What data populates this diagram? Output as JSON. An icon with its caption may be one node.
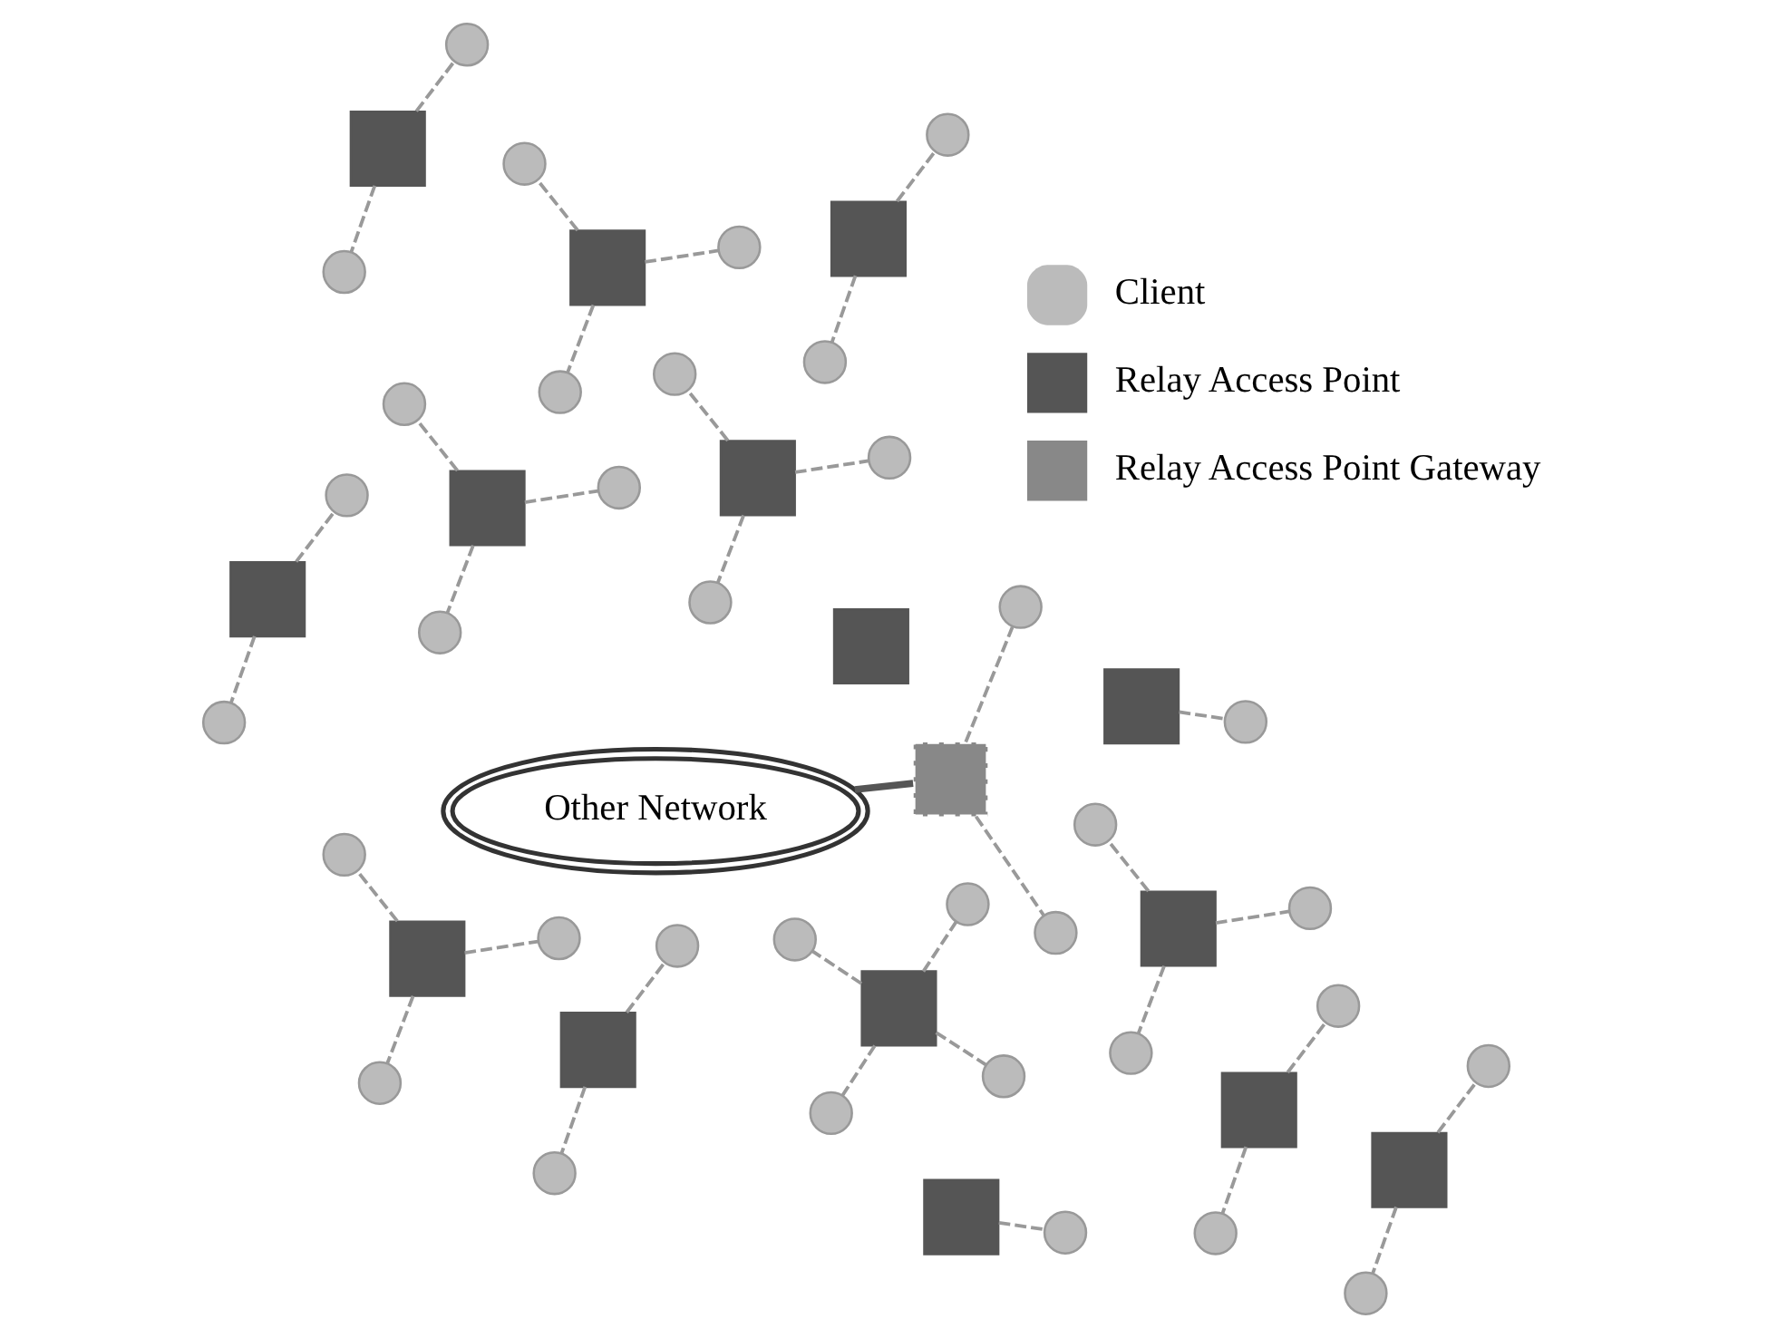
{
  "diagram": {
    "nodes": [
      {
        "text": [
          "Other Network"
        ]
      },
      {
        "text": [],
        "shape": "box"
      },
      {
        "text": [],
        "shape": "circle"
      },
      {
        "text": [],
        "shape": "circle"
      },
      {
        "text": [],
        "shape": "box"
      },
      {
        "text": [],
        "shape": "circle"
      },
      {
        "text": [],
        "shape": "circle"
      },
      {
        "text": [],
        "shape": "box"
      },
      {
        "text": [],
        "shape": "circle"
      },
      {
        "text": [],
        "shape": "circle"
      },
      {
        "text": [],
        "shape": "box"
      },
      {
        "text": [],
        "shape": "circle"
      },
      {
        "text": [],
        "shape": "circle"
      },
      {
        "text": [],
        "shape": "circle"
      },
      {
        "text": [],
        "shape": "box"
      },
      {
        "text": [],
        "shape": "circle"
      },
      {
        "text": [],
        "shape": "circle"
      },
      {
        "text": [],
        "shape": "box"
      },
      {
        "text": [],
        "shape": "circle"
      },
      {
        "text": [],
        "shape": "box"
      },
      {
        "text": [],
        "shape": "box"
      },
      {
        "text": [],
        "shape": "circle"
      },
      {
        "text": [],
        "shape": "circle"
      },
      {
        "text": [],
        "shape": "box"
      },
      {
        "text": [],
        "shape": "circle"
      },
      {
        "text": [],
        "shape": "circle"
      },
      {
        "text": [],
        "shape": "circle"
      },
      {
        "text": [],
        "shape": "box"
      },
      {
        "text": [],
        "shape": "circle"
      },
      {
        "text": [],
        "shape": "circle"
      },
      {
        "text": [],
        "shape": "circle"
      },
      {
        "text": [],
        "shape": "box"
      },
      {
        "text": [],
        "shape": "circle"
      },
      {
        "text": [],
        "shape": "circle"
      },
      {
        "text": [],
        "shape": "circle"
      },
      {
        "text": [],
        "shape": "box"
      },
      {
        "text": [],
        "shape": "circle"
      },
      {
        "text": [],
        "shape": "circle"
      },
      {
        "text": [],
        "shape": "circle"
      },
      {
        "text": [],
        "shape": "box"
      },
      {
        "text": [],
        "shape": "circle"
      },
      {
        "text": [],
        "shape": "box"
      },
      {
        "text": [],
        "shape": "circle"
      },
      {
        "text": [],
        "shape": "circle"
      },
      {
        "text": [],
        "shape": "box"
      },
      {
        "text": [],
        "shape": "circle"
      },
      {
        "text": [],
        "shape": "circle"
      },
      {
        "text": [],
        "shape": "box"
      },
      {
        "text": [],
        "shape": "circle"
      },
      {
        "text": [],
        "shape": "circle"
      },
      {
        "text": [],
        "shape": "circle"
      },
      {
        "text": [],
        "shape": "circle"
      }
    ],
    "edges": [
      {
        "from": 0,
        "to": 1,
        "arrow": "none",
        "style": "thick",
        "color": "#555555"
      },
      {
        "from": 1,
        "to": 2,
        "arrow": "none",
        "style": "dashed"
      },
      {
        "from": 1,
        "to": 3,
        "arrow": "none",
        "style": "dashed"
      },
      {
        "from": 4,
        "to": 5,
        "arrow": "none",
        "style": "dashed"
      },
      {
        "from": 4,
        "to": 6,
        "arrow": "none",
        "style": "dashed"
      },
      {
        "from": 7,
        "to": 8,
        "arrow": "none",
        "style": "dashed"
      },
      {
        "from": 7,
        "to": 9,
        "arrow": "none",
        "style": "dashed"
      },
      {
        "from": 10,
        "to": 11,
        "arrow": "none",
        "style": "dashed"
      },
      {
        "from": 10,
        "to": 12,
        "arrow": "none",
        "style": "dashed"
      },
      {
        "from": 10,
        "to": 13,
        "arrow": "none",
        "style": "dashed"
      },
      {
        "from": 14,
        "to": 15,
        "arrow": "none",
        "style": "dashed"
      },
      {
        "from": 14,
        "to": 16,
        "arrow": "none",
        "style": "dashed"
      },
      {
        "from": 17,
        "to": 18,
        "arrow": "none",
        "style": "dashed"
      },
      {
        "from": 20,
        "to": 21,
        "arrow": "none",
        "style": "dashed"
      },
      {
        "from": 20,
        "to": 22,
        "arrow": "none",
        "style": "dashed"
      },
      {
        "from": 23,
        "to": 24,
        "arrow": "none",
        "style": "dashed"
      },
      {
        "from": 23,
        "to": 25,
        "arrow": "none",
        "style": "dashed"
      },
      {
        "from": 23,
        "to": 26,
        "arrow": "none",
        "style": "dashed"
      },
      {
        "from": 27,
        "to": 28,
        "arrow": "none",
        "style": "dashed"
      },
      {
        "from": 27,
        "to": 29,
        "arrow": "none",
        "style": "dashed"
      },
      {
        "from": 27,
        "to": 30,
        "arrow": "none",
        "style": "dashed"
      },
      {
        "from": 31,
        "to": 32,
        "arrow": "none",
        "style": "dashed"
      },
      {
        "from": 31,
        "to": 33,
        "arrow": "none",
        "style": "dashed"
      },
      {
        "from": 31,
        "to": 34,
        "arrow": "none",
        "style": "dashed"
      },
      {
        "from": 35,
        "to": 36,
        "arrow": "none",
        "style": "dashed"
      },
      {
        "from": 35,
        "to": 37,
        "arrow": "none",
        "style": "dashed"
      },
      {
        "from": 35,
        "to": 38,
        "arrow": "none",
        "style": "dashed"
      },
      {
        "from": 39,
        "to": 40,
        "arrow": "none",
        "style": "dashed"
      },
      {
        "from": 41,
        "to": 42,
        "arrow": "none",
        "style": "dashed"
      },
      {
        "from": 41,
        "to": 43,
        "arrow": "none",
        "style": "dashed"
      },
      {
        "from": 44,
        "to": 45,
        "arrow": "none",
        "style": "dashed"
      },
      {
        "from": 44,
        "to": 46,
        "arrow": "none",
        "style": "dashed"
      },
      {
        "from": 47,
        "to": 48,
        "arrow": "none",
        "style": "dashed"
      },
      {
        "from": 47,
        "to": 49,
        "arrow": "none",
        "style": "dashed"
      },
      {
        "from": 47,
        "to": 50,
        "arrow": "none",
        "style": "dashed"
      },
      {
        "from": 47,
        "to": 51,
        "arrow": "none",
        "style": "dashed"
      }
    ],
    "legend": [
      {
        "text": "Client"
      },
      {
        "text": "Relay Access Point"
      },
      {
        "text": "Relay Access Point Gateway"
      }
    ]
  }
}
